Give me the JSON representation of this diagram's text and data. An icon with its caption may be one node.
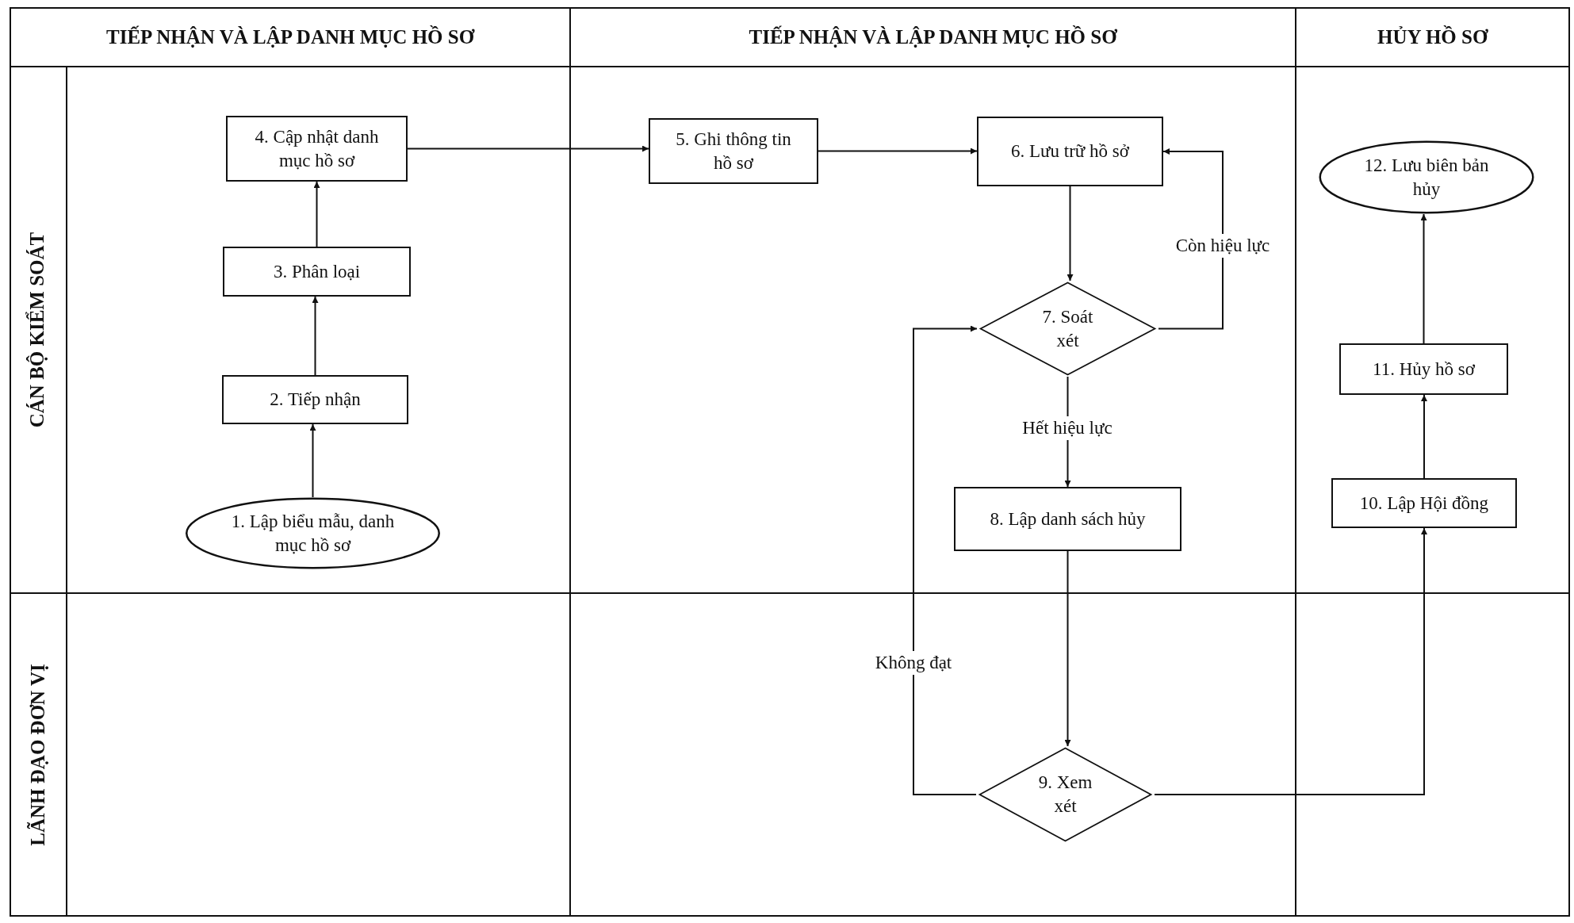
{
  "diagram": {
    "nodes": [
      {
        "text": [
          "1. Lập biểu mẫu, danh mục hồ sơ"
        ]
      },
      {
        "text": [
          "2. Tiếp nhận"
        ]
      },
      {
        "text": [
          "3. Phân loại"
        ]
      },
      {
        "text": [
          "4. Cập nhật danh mục hồ sơ"
        ]
      },
      {
        "text": [
          "5. Ghi thông tin hồ sơ"
        ]
      },
      {
        "text": [
          "6. Lưu trữ hồ sở"
        ]
      },
      {
        "text": [
          "7. Soát xét"
        ]
      },
      {
        "text": [
          "8. Lập danh sách hủy"
        ]
      },
      {
        "text": [
          "9. Xem xét"
        ]
      },
      {
        "text": [
          "10. Lập Hội đồng"
        ]
      },
      {
        "text": [
          "11. Hủy hồ sơ"
        ]
      },
      {
        "text": [
          "12. Lưu biên bản hủy"
        ]
      }
    ],
    "edges": [
      {
        "from": 0,
        "to": 1,
        "arrow": "to"
      },
      {
        "from": 1,
        "to": 2,
        "arrow": "to"
      },
      {
        "from": 2,
        "to": 3,
        "arrow": "to"
      },
      {
        "from": 3,
        "to": 4,
        "arrow": "to"
      },
      {
        "from": 4,
        "to": 5,
        "arrow": "to"
      },
      {
        "from": 6,
        "to": 5,
        "arrow": "to",
        "label": "Còn hiệu lực"
      },
      {
        "from": 5,
        "to": 6,
        "arrow": "to"
      },
      {
        "from": 6,
        "to": 7,
        "arrow": "to",
        "label": "Hết hiệu lực"
      },
      {
        "from": 8,
        "to": 6,
        "arrow": "to",
        "label": "Không đạt"
      },
      {
        "from": 7,
        "to": 8,
        "arrow": "to"
      },
      {
        "from": 8,
        "to": 9,
        "arrow": "to"
      },
      {
        "from": 9,
        "to": 10,
        "arrow": "to"
      },
      {
        "from": 10,
        "to": 11,
        "arrow": "to"
      }
    ],
    "labels": [
      "TIẾP NHẬN VÀ LẬP DANH MỤC HỒ SƠ",
      "TIẾP NHẬN VÀ LẬP DANH MỤC HỒ SƠ",
      "HỦY HỒ SƠ",
      "CÁN BỘ KIỂM SOÁT",
      "LÃNH ĐẠO ĐƠN VỊ"
    ]
  }
}
